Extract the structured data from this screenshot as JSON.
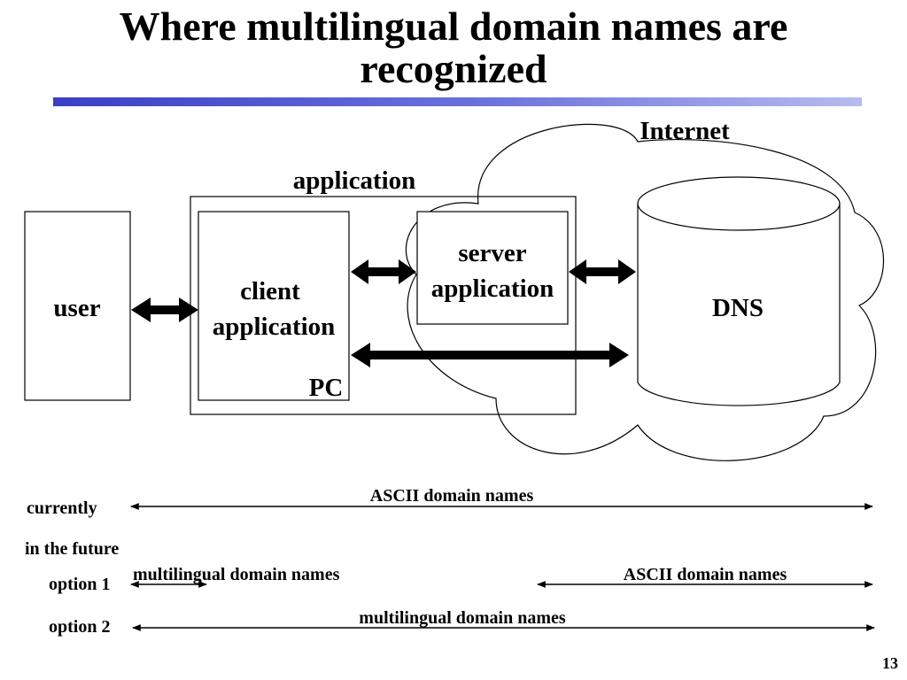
{
  "title": {
    "line1": "Where multilingual domain names are",
    "line2": "recognized"
  },
  "diagram": {
    "internet_label": "Internet",
    "application_label": "application",
    "user_label": "user",
    "client_line1": "client",
    "client_line2": "application",
    "pc_label": "PC",
    "server_line1": "server",
    "server_line2": "application",
    "dns_label": "DNS"
  },
  "rows": {
    "currently": {
      "label": "currently",
      "span_text": "ASCII domain names"
    },
    "future_heading": "in the future",
    "option1": {
      "label": "option 1",
      "left_text": "multilingual domain names",
      "right_text": "ASCII domain names"
    },
    "option2": {
      "label": "option 2",
      "span_text": "multilingual domain names"
    }
  },
  "page_number": "13",
  "colors": {
    "title_bar_start": "#3a3fc6",
    "title_bar_end": "#b7bbef"
  }
}
